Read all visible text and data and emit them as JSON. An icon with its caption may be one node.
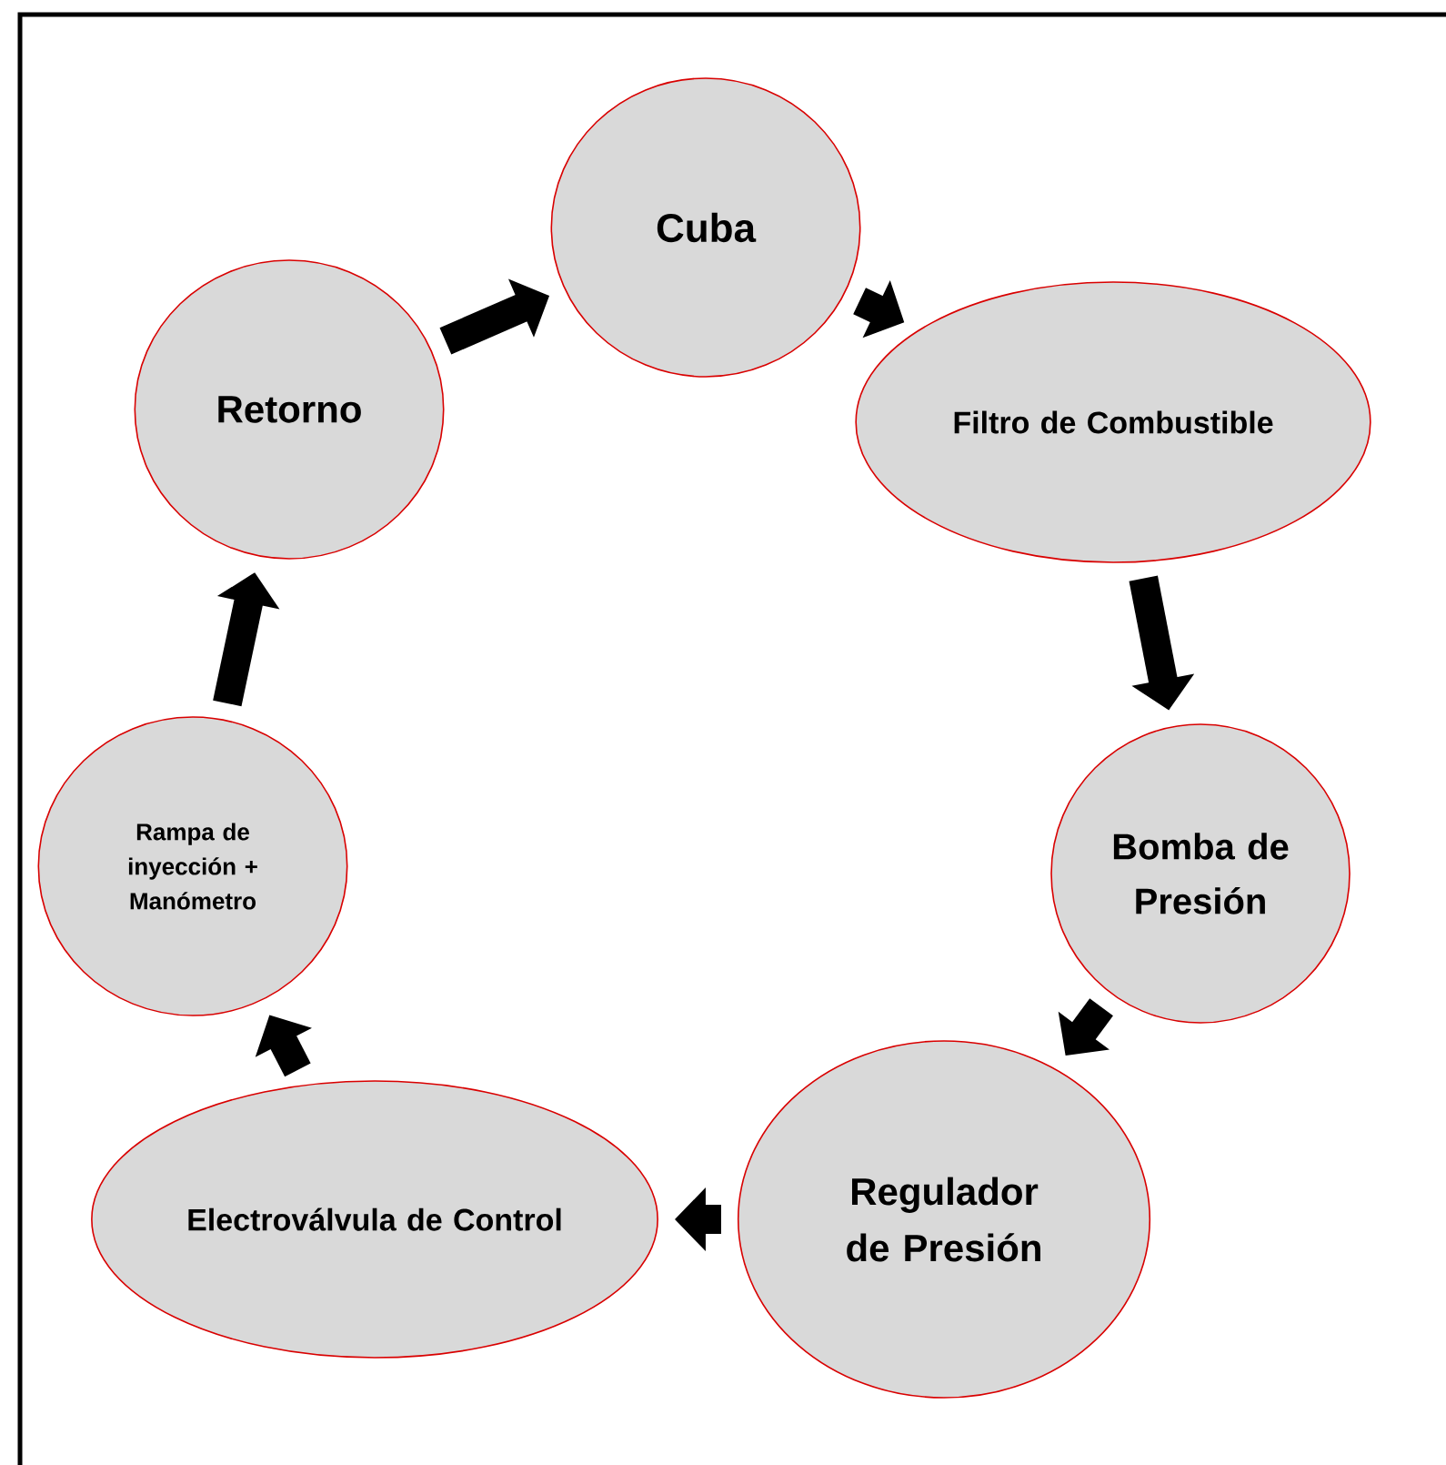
{
  "diagram": {
    "nodes": [
      {
        "text": [
          "Cuba"
        ]
      },
      {
        "text": [
          "Filtro de Combustible"
        ]
      },
      {
        "text": [
          "Bomba de Presión"
        ]
      },
      {
        "text": [
          "Regulador de Presión"
        ]
      },
      {
        "text": [
          "Electroválvula de Control"
        ]
      },
      {
        "text": [
          "Rampa de inyección + Manómetro"
        ]
      },
      {
        "text": [
          "Retorno"
        ]
      }
    ],
    "edges": [
      {
        "from": 0,
        "to": 1,
        "arrow": "to"
      },
      {
        "from": 1,
        "to": 2,
        "arrow": "to"
      },
      {
        "from": 2,
        "to": 3,
        "arrow": "to"
      },
      {
        "from": 3,
        "to": 4,
        "arrow": "to"
      },
      {
        "from": 4,
        "to": 5,
        "arrow": "to"
      },
      {
        "from": 5,
        "to": 6,
        "arrow": "to"
      },
      {
        "from": 6,
        "to": 0,
        "arrow": "to"
      }
    ]
  }
}
